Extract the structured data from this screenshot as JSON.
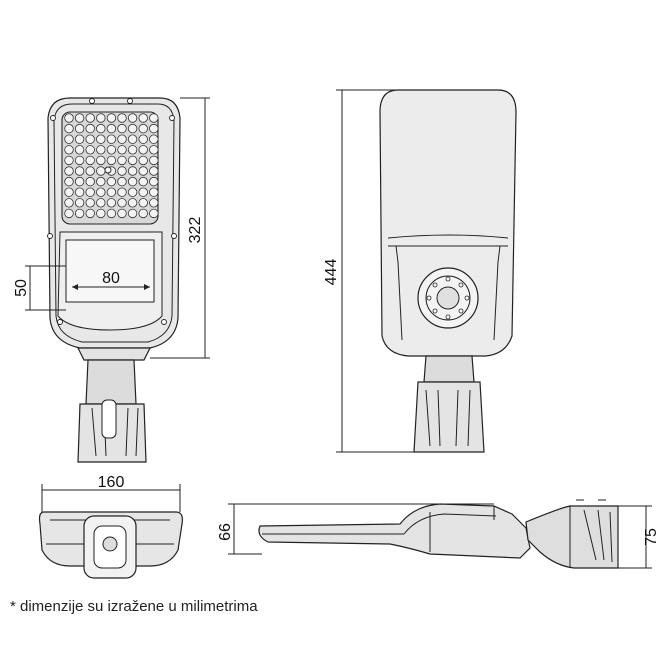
{
  "dimensions": {
    "front_height": "322",
    "window_width": "80",
    "window_height": "50",
    "back_height": "444",
    "top_width": "160",
    "side_height": "66",
    "side_mount_height": "75"
  },
  "footnote": "* dimenzije su izražene u milimetrima"
}
